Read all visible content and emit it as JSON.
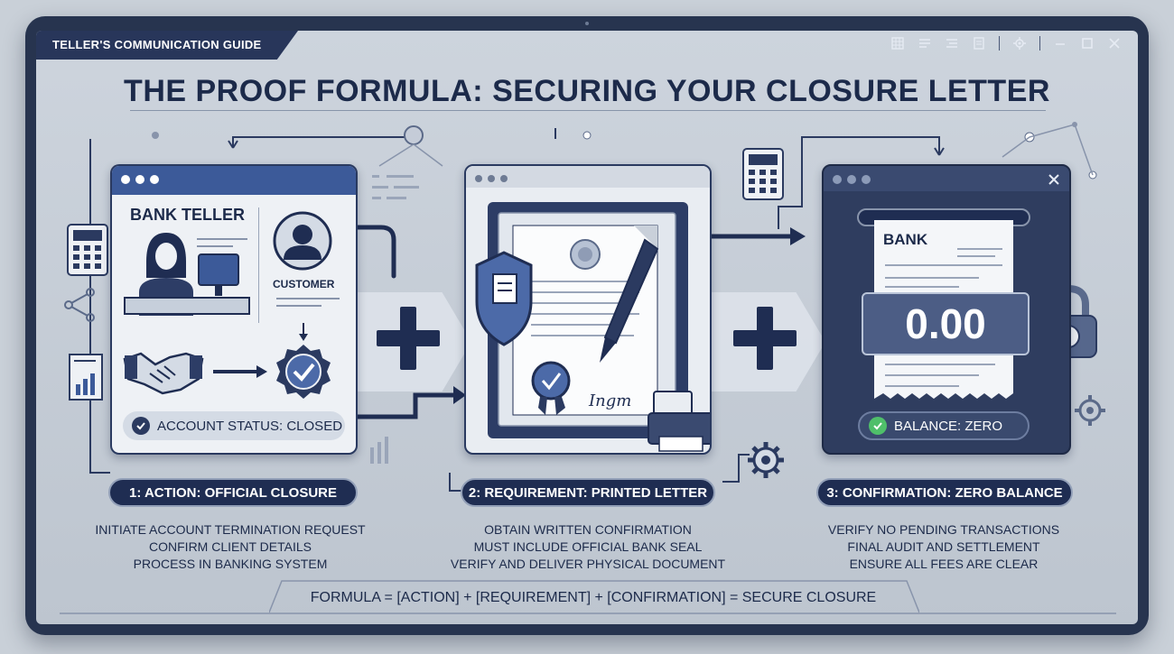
{
  "header": {
    "guide_title": "TELLER'S COMMUNICATION GUIDE",
    "main_title": "THE PROOF FORMULA: SECURING YOUR CLOSURE LETTER"
  },
  "steps": [
    {
      "panel": {
        "role_left": "BANK TELLER",
        "role_right": "CUSTOMER",
        "status": "ACCOUNT STATUS: CLOSED"
      },
      "label": "1: ACTION: OFFICIAL CLOSURE",
      "lines": [
        "INITIATE ACCOUNT TERMINATION REQUEST",
        "CONFIRM CLIENT DETAILS",
        "PROCESS IN BANKING SYSTEM"
      ]
    },
    {
      "panel": {
        "signature": "Ingm"
      },
      "label": "2: REQUIREMENT: PRINTED LETTER",
      "lines": [
        "OBTAIN WRITTEN CONFIRMATION",
        "MUST INCLUDE OFFICIAL BANK SEAL",
        "VERIFY AND DELIVER PHYSICAL DOCUMENT"
      ]
    },
    {
      "panel": {
        "receipt_header": "BANK",
        "amount": "0.00",
        "balance": "BALANCE: ZERO"
      },
      "label": "3: CONFIRMATION: ZERO BALANCE",
      "lines": [
        "VERIFY NO PENDING TRANSACTIONS",
        "FINAL AUDIT AND SETTLEMENT",
        "ENSURE ALL FEES ARE CLEAR"
      ]
    }
  ],
  "formula": "FORMULA = [ACTION] + [REQUIREMENT] + [CONFIRMATION] = SECURE CLOSURE",
  "colors": {
    "navy": "#1f2d52",
    "accent_blue": "#3c5a99",
    "success_green": "#4fbf6a"
  },
  "icons": [
    "grid-icon",
    "list-icon",
    "sliders-icon",
    "document-icon",
    "gear-icon",
    "minimize-icon",
    "maximize-icon",
    "close-icon"
  ]
}
